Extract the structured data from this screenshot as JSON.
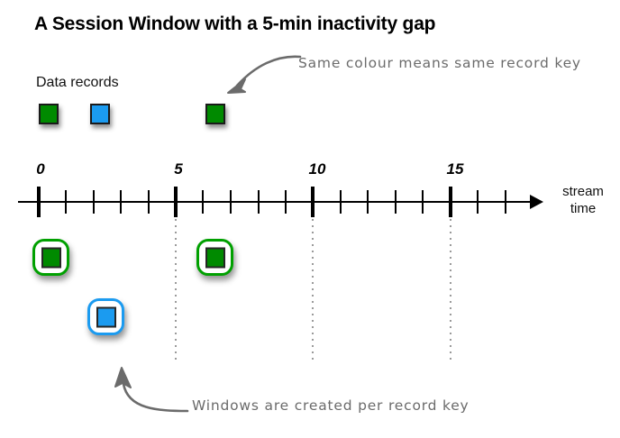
{
  "title": "A Session Window with a 5-min inactivity gap",
  "labels": {
    "data_records": "Data records",
    "stream": "stream",
    "time": "time"
  },
  "annotations": {
    "colour_note": "Same colour means same record key",
    "windows_note": "Windows are created per record key"
  },
  "colors": {
    "green": "#008a00",
    "blue": "#1b9bf0",
    "window_green_border": "#00a000",
    "window_blue_border": "#1b9bf0",
    "annotation_gray": "#6b6b6b",
    "axis": "#000000",
    "guide_gray": "#9a9a9a"
  },
  "axis": {
    "tick_labels": [
      "0",
      "5",
      "10",
      "15"
    ],
    "major_tick_values": [
      0,
      5,
      10,
      15
    ],
    "minor_tick_values": [
      1,
      2,
      3,
      4,
      6,
      7,
      8,
      9,
      11,
      12,
      13,
      14,
      16,
      17
    ],
    "unit_label": "stream time",
    "range": [
      0,
      18.5
    ]
  },
  "data_records": [
    {
      "key": "green",
      "color": "#008a00"
    },
    {
      "key": "blue",
      "color": "#1b9bf0"
    },
    {
      "key": "green",
      "color": "#008a00"
    }
  ],
  "session_windows": [
    {
      "key": "green",
      "record_color": "#008a00",
      "border_color": "#00a000",
      "time": 0
    },
    {
      "key": "green",
      "record_color": "#008a00",
      "border_color": "#00a000",
      "time": 6
    },
    {
      "key": "blue",
      "record_color": "#1b9bf0",
      "border_color": "#1b9bf0",
      "time": 2
    }
  ],
  "guide_lines": [
    5,
    10,
    15
  ]
}
